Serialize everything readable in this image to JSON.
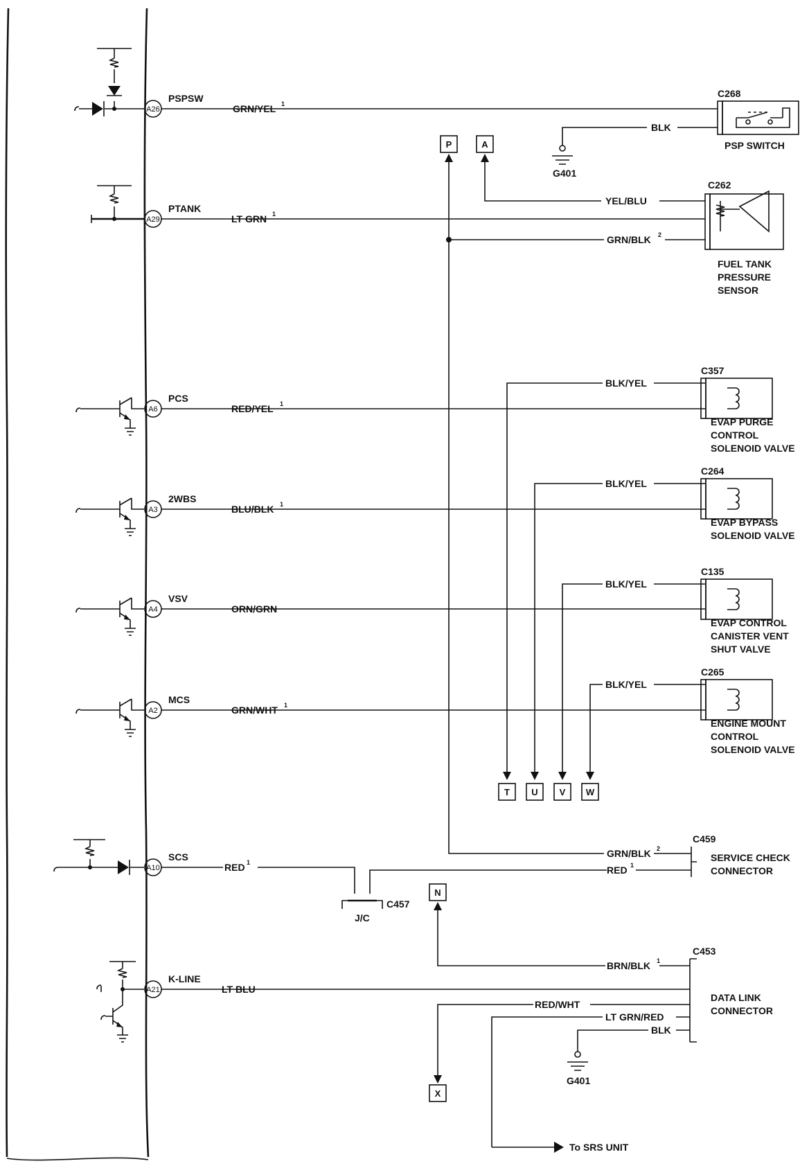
{
  "ecm_pins": [
    {
      "pin": "A26",
      "signal": "PSPSW"
    },
    {
      "pin": "A29",
      "signal": "PTANK"
    },
    {
      "pin": "A6",
      "signal": "PCS"
    },
    {
      "pin": "A3",
      "signal": "2WBS"
    },
    {
      "pin": "A4",
      "signal": "VSV"
    },
    {
      "pin": "A2",
      "signal": "MCS"
    },
    {
      "pin": "A10",
      "signal": "SCS"
    },
    {
      "pin": "A21",
      "signal": "K-LINE"
    }
  ],
  "wires": {
    "pspsw": {
      "label": "GRN/YEL",
      "sup": "1"
    },
    "pspsw_ground": {
      "label": "BLK"
    },
    "ptank": {
      "label": "LT GRN",
      "sup": "1"
    },
    "ptank_yelblu": {
      "label": "YEL/BLU"
    },
    "ptank_grnblk": {
      "label": "GRN/BLK",
      "sup": "2"
    },
    "pcs": {
      "label": "RED/YEL",
      "sup": "1"
    },
    "pcs_power": {
      "label": "BLK/YEL"
    },
    "wbs": {
      "label": "BLU/BLK",
      "sup": "1"
    },
    "wbs_power": {
      "label": "BLK/YEL"
    },
    "vsv": {
      "label": "ORN/GRN"
    },
    "vsv_power": {
      "label": "BLK/YEL"
    },
    "mcs": {
      "label": "GRN/WHT",
      "sup": "1"
    },
    "mcs_power": {
      "label": "BLK/YEL"
    },
    "scs": {
      "label": "RED",
      "sup": "1"
    },
    "scs_grnblk": {
      "label": "GRN/BLK",
      "sup": "2"
    },
    "scs_red": {
      "label": "RED",
      "sup": "1"
    },
    "kline": {
      "label": "LT BLU"
    },
    "dlc_brnblk": {
      "label": "BRN/BLK",
      "sup": "1"
    },
    "dlc_redwht": {
      "label": "RED/WHT"
    },
    "dlc_ltgrnred": {
      "label": "LT GRN/RED"
    },
    "dlc_blk": {
      "label": "BLK"
    }
  },
  "components": {
    "psp": {
      "connector": "C268",
      "name": [
        "PSP SWITCH"
      ]
    },
    "ftps": {
      "connector": "C262",
      "name": [
        "FUEL TANK",
        "PRESSURE",
        "SENSOR"
      ]
    },
    "purge": {
      "connector": "C357",
      "name": [
        "EVAP PURGE",
        "CONTROL",
        "SOLENOID VALVE"
      ]
    },
    "bypass": {
      "connector": "C264",
      "name": [
        "EVAP BYPASS",
        "SOLENOID VALVE"
      ]
    },
    "vent": {
      "connector": "C135",
      "name": [
        "EVAP CONTROL",
        "CANISTER VENT",
        "SHUT VALVE"
      ]
    },
    "mount": {
      "connector": "C265",
      "name": [
        "ENGINE MOUNT",
        "CONTROL",
        "SOLENOID VALVE"
      ]
    },
    "scc": {
      "connector": "C459",
      "name": [
        "SERVICE CHECK",
        "CONNECTOR"
      ]
    },
    "dlc": {
      "connector": "C453",
      "name": [
        "DATA LINK",
        "CONNECTOR"
      ]
    },
    "jc": {
      "connector": "C457",
      "name": [
        "J/C"
      ]
    }
  },
  "grounds": {
    "top": "G401",
    "bottom": "G401"
  },
  "refs": {
    "P": "P",
    "A": "A",
    "T": "T",
    "U": "U",
    "V": "V",
    "W": "W",
    "N": "N",
    "X": "X"
  },
  "srs_label": "To SRS UNIT"
}
